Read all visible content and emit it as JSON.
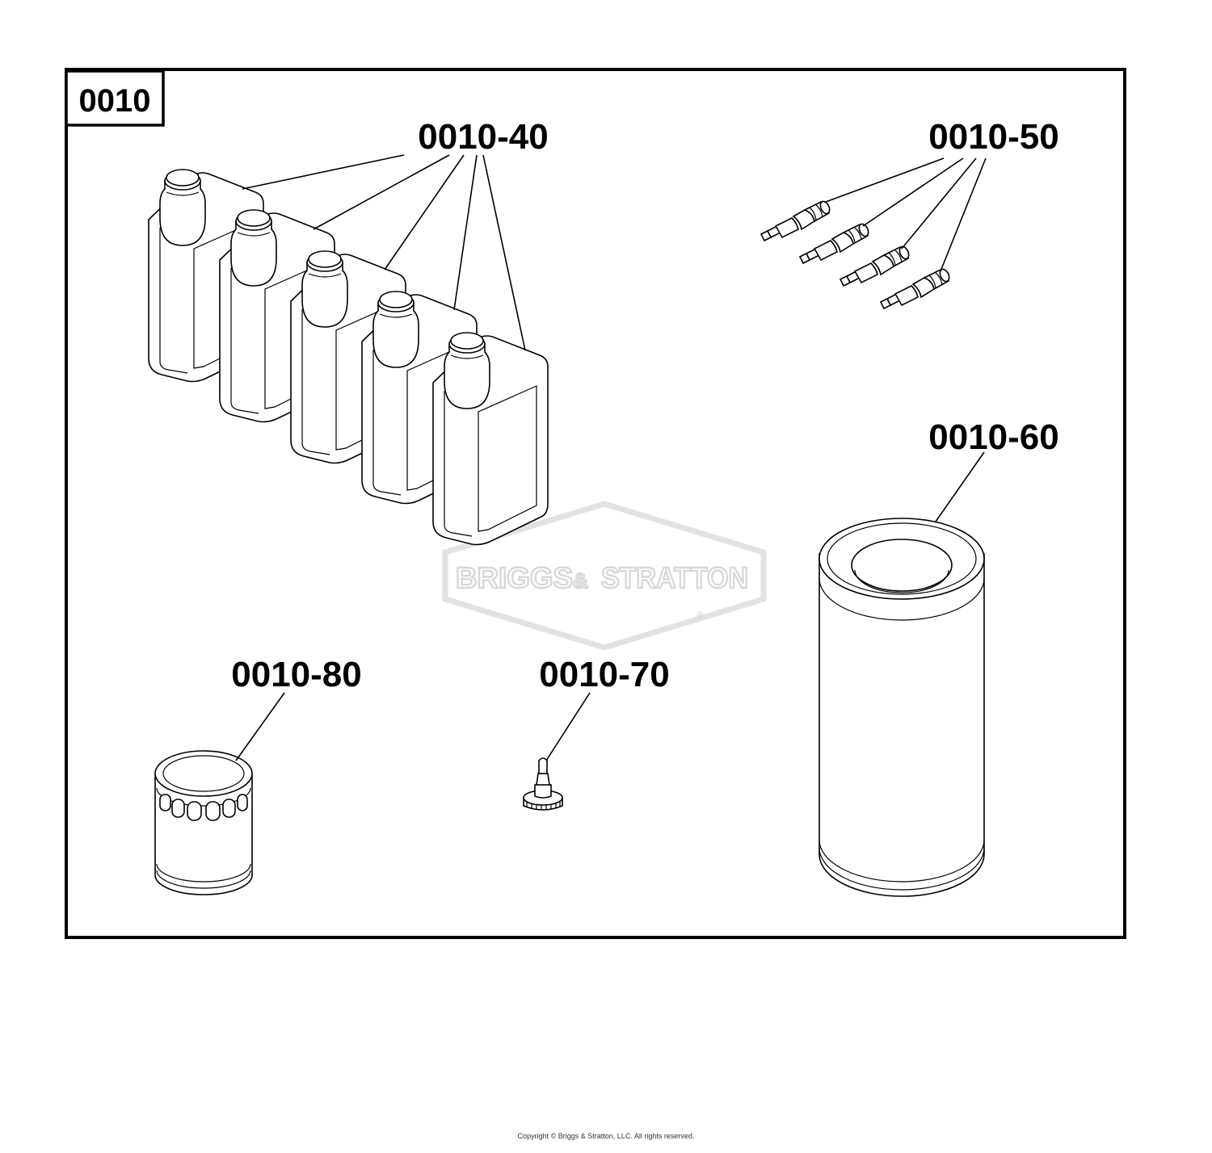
{
  "section": {
    "code": "0010"
  },
  "callouts": [
    {
      "id": "oil-bottles",
      "label": "0010-40"
    },
    {
      "id": "spark-plugs",
      "label": "0010-50"
    },
    {
      "id": "air-filter",
      "label": "0010-60"
    },
    {
      "id": "drain-valve",
      "label": "0010-70"
    },
    {
      "id": "oil-filter",
      "label": "0010-80"
    }
  ],
  "watermark": {
    "left": "BRIGGS",
    "amp": "&",
    "right": "STRATTON",
    "mark": "®"
  },
  "footer": {
    "copyright": "Copyright © Briggs & Stratton, LLC. All rights reserved."
  },
  "colors": {
    "line": "#000000",
    "watermark": "#d8d8d8",
    "background": "#ffffff"
  }
}
